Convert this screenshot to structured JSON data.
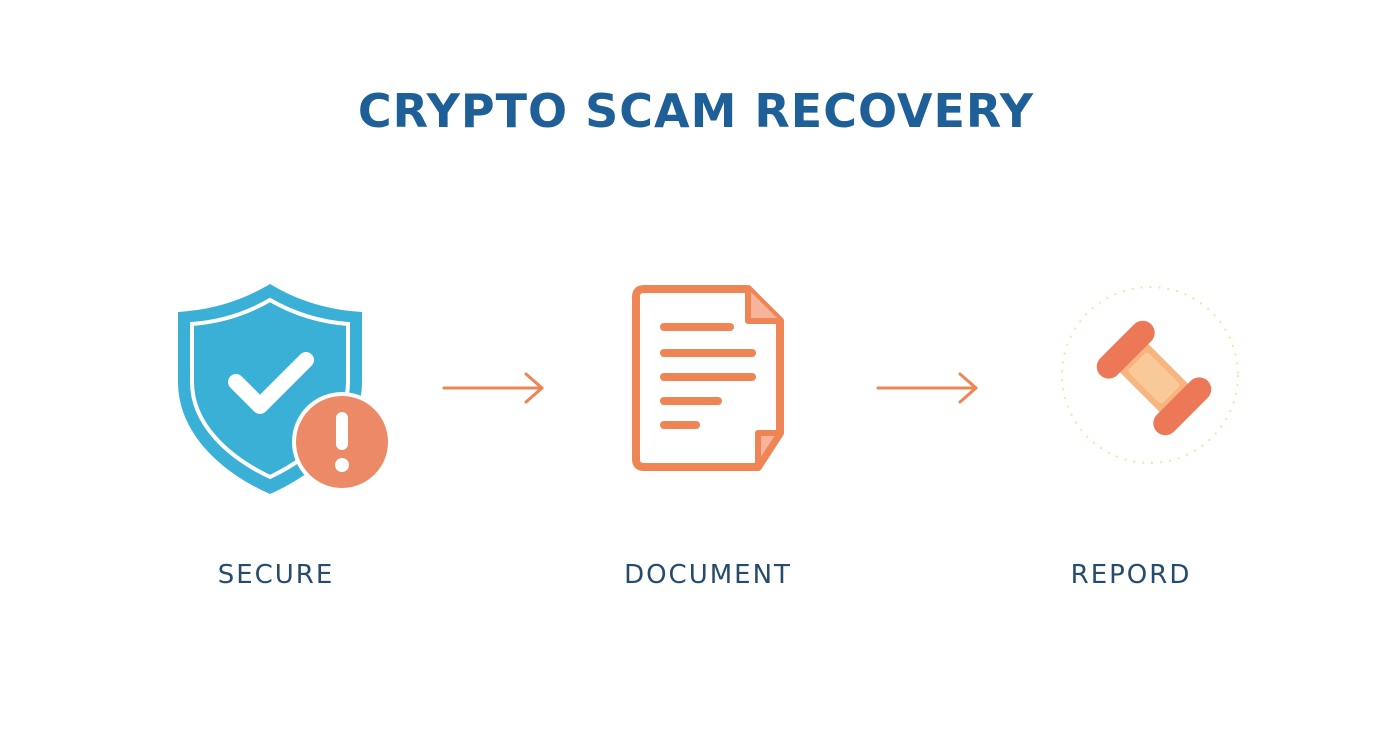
{
  "title": "CRYPTO SCAM RECOVERY",
  "steps": [
    {
      "label": "SECURE",
      "icon": "shield-check-alert-icon"
    },
    {
      "label": "DOCUMENT",
      "icon": "document-icon"
    },
    {
      "label": "REPORD",
      "icon": "gavel-icon"
    }
  ],
  "colors": {
    "title": "#1f5f97",
    "label": "#274b6d",
    "shield": "#3ab0d6",
    "shield_dark": "#2a8fbd",
    "accent": "#ef8455",
    "accent_light": "#f7b47c"
  }
}
